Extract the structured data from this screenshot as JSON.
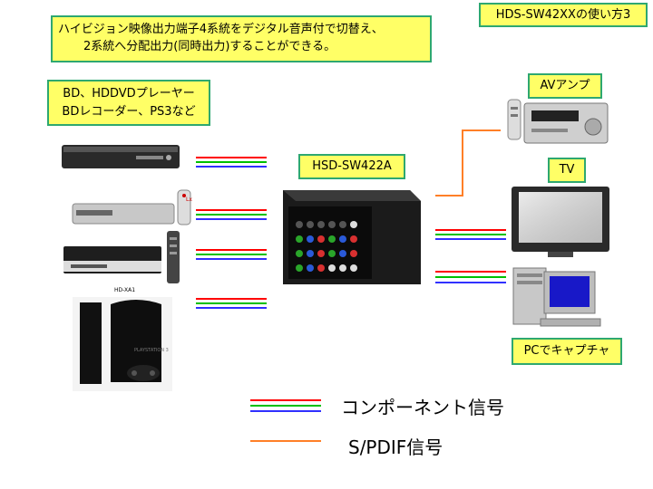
{
  "banner": {
    "line1": "ハイビジョン映像出力端子4系統をデジタル音声付で切替え、",
    "line2": "2系統へ分配出力(同時出力)することができる。"
  },
  "title": "HDS-SW42XXの使い方3",
  "sources": {
    "line1": "BD、HDDVDプレーヤー",
    "line2": "BDレコーダー、PS3など"
  },
  "switcher_label": "HSD-SW422A",
  "outputs": {
    "av_amp": "AVアンプ",
    "tv": "TV",
    "pc": "PCでキャプチャ"
  },
  "device_captions": {
    "ps3_top": "HD-XA1"
  },
  "legend": {
    "component": "コンポーネント信号",
    "spdif": "S/PDIF信号"
  },
  "colors": {
    "box_fill": "#ffff66",
    "box_border": "#2ea870",
    "component_red": "#ff0000",
    "component_green": "#00c000",
    "component_blue": "#3030ff",
    "spdif": "#ff7f27"
  }
}
